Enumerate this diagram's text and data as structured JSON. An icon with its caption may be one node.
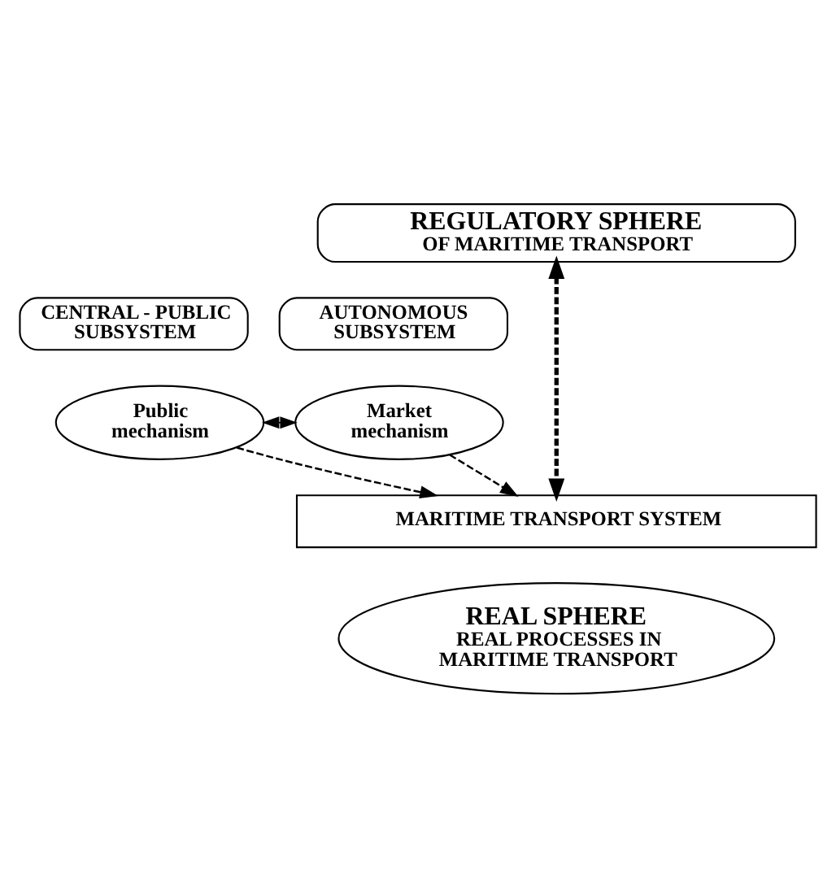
{
  "diagram": {
    "nodes": [
      {
        "text": [
          "REGULATORY SPHERE",
          "OF MARITIME TRANSPORT"
        ]
      },
      {
        "text": [
          "CENTRAL - PUBLIC SUBSYSTEM"
        ]
      },
      {
        "text": [
          "AUTONOMOUS SUBSYSTEM"
        ]
      },
      {
        "text": [
          "Public mechanism"
        ]
      },
      {
        "text": [
          "Market mechanism"
        ]
      },
      {
        "text": [
          "MARITIME TRANSPORT SYSTEM"
        ]
      },
      {
        "text": [
          "REAL SPHERE",
          "REAL PROCESSES IN MARITIME TRANSPORT"
        ]
      }
    ],
    "edges": [
      {
        "from": 0,
        "to": 5,
        "arrow": "both",
        "style": "dashed"
      },
      {
        "from": 3,
        "to": 4,
        "arrow": "both"
      },
      {
        "from": 3,
        "to": 5,
        "arrow": "to",
        "style": "dashed"
      },
      {
        "from": 4,
        "to": 5,
        "arrow": "to",
        "style": "dashed"
      }
    ]
  }
}
